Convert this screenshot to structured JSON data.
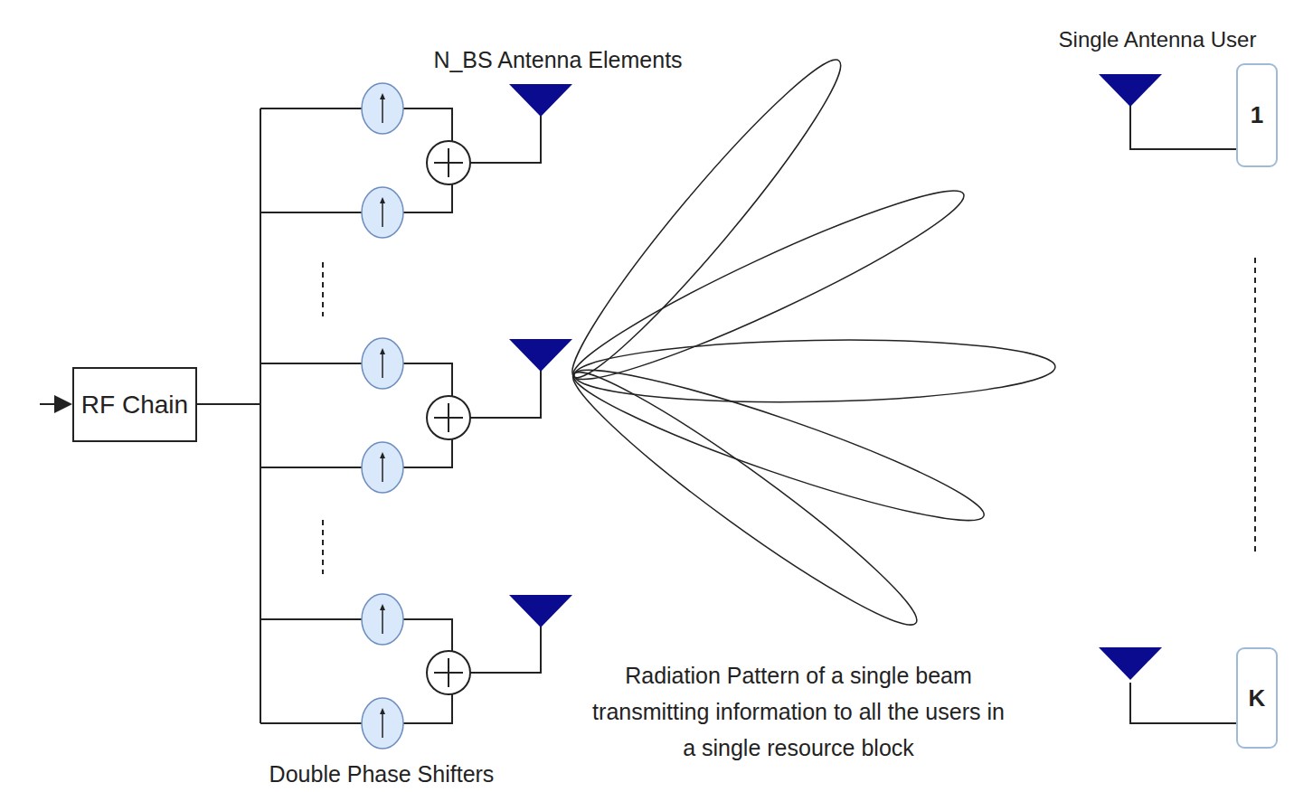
{
  "diagram": {
    "nodes": [
      {
        "text": [
          "RF Chain"
        ]
      },
      {
        "text": [
          "1"
        ]
      },
      {
        "text": [
          "K"
        ]
      }
    ],
    "labels": [
      "N_BS Antenna Elements",
      "Single Antenna User",
      "Radiation Pattern of a single beam transmitting information to all the users in a single resource block",
      "Double Phase Shifters"
    ]
  }
}
